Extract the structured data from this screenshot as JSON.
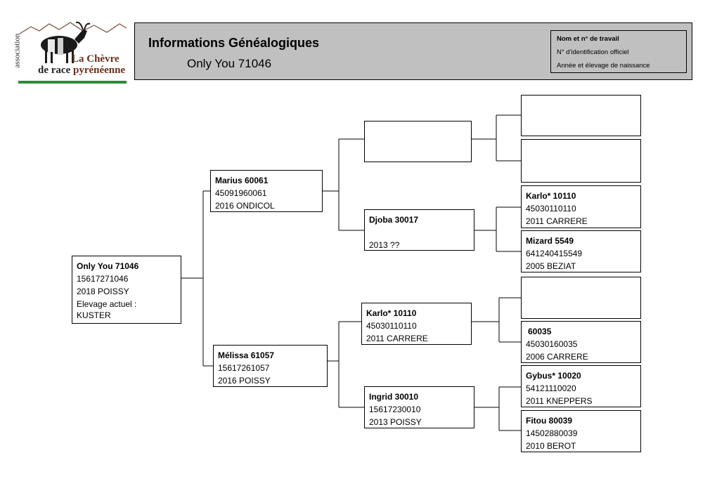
{
  "logo": {
    "vertical_text": "association",
    "line1": "La Chèvre",
    "line2_a": "de race",
    "line2_b": "pyrénéenne"
  },
  "header": {
    "title": "Informations Généalogiques",
    "subtitle": "Only You 71046",
    "legend": {
      "line1": "Nom et n° de travail",
      "line2": "N° d'identification officiel",
      "line3": "Année et élevage de naissance"
    }
  },
  "pedigree": {
    "subject": {
      "name": "Only You 71046",
      "id": "15617271046",
      "birth": "2018 POISSY",
      "current_label": "Elevage actuel :",
      "current_value": "KUSTER"
    },
    "sire": {
      "name": "Marius 60061",
      "id": "45091960061",
      "birth": "2016 ONDICOL"
    },
    "dam": {
      "name": "Mélissa 61057",
      "id": "15617261057",
      "birth": "2016 POISSY"
    },
    "sire_sire": {
      "name": "",
      "id": "",
      "birth": ""
    },
    "sire_dam": {
      "name": "Djoba 30017",
      "id": "",
      "birth": "2013 ??"
    },
    "dam_sire": {
      "name": "Karlo* 10110",
      "id": "45030110110",
      "birth": "2011 CARRERE"
    },
    "dam_dam": {
      "name": "Ingrid 30010",
      "id": "15617230010",
      "birth": "2013 POISSY"
    },
    "ss_sire": {
      "name": "",
      "id": "",
      "birth": ""
    },
    "ss_dam": {
      "name": "",
      "id": "",
      "birth": ""
    },
    "sd_sire": {
      "name": "Karlo* 10110",
      "id": "45030110110",
      "birth": "2011 CARRERE"
    },
    "sd_dam": {
      "name": "Mizard 5549",
      "id": "641240415549",
      "birth": "2005 BEZIAT"
    },
    "ds_sire": {
      "name": "",
      "id": "",
      "birth": ""
    },
    "ds_dam": {
      "name": "60035",
      "id": "45030160035",
      "birth": "2006 CARRERE"
    },
    "dd_sire": {
      "name": "Gybus* 10020",
      "id": "54121110020",
      "birth": "2011 KNEPPERS"
    },
    "dd_dam": {
      "name": "Fitou 80039",
      "id": "14502880039",
      "birth": "2010 BEROT"
    }
  },
  "colors": {
    "header_bg": "#c0c0c0",
    "logo_green": "#2e8b3a",
    "logo_brown": "#6b2f1a"
  }
}
